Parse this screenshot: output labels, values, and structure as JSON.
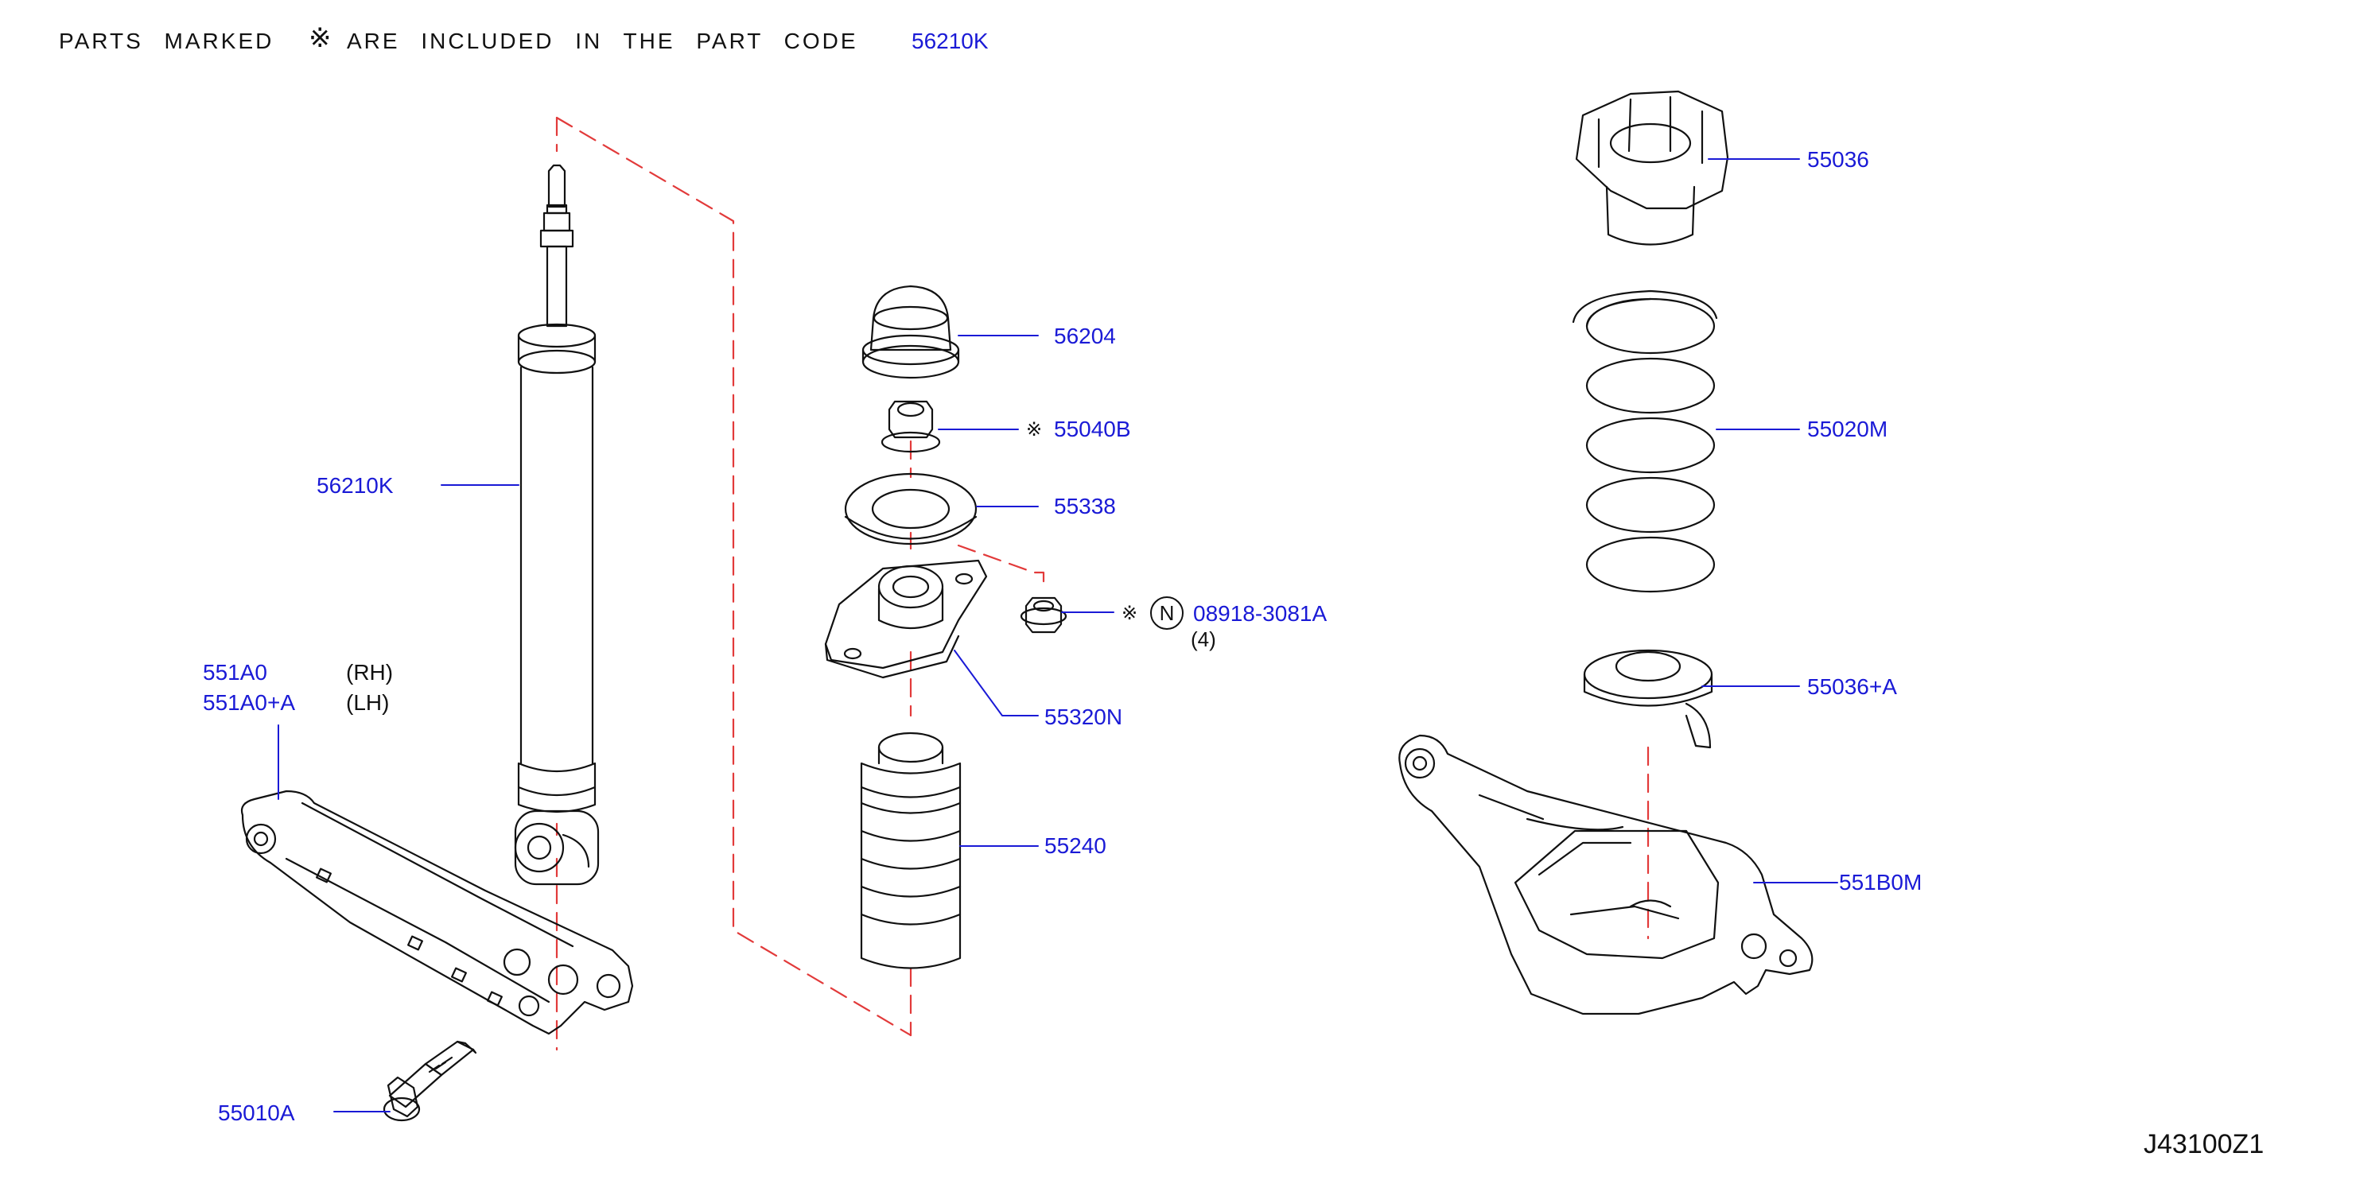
{
  "header": {
    "note_prefix": "PARTS  MARKED",
    "asterisk": "※",
    "note_suffix": "ARE  INCLUDED  IN  THE  PART  CODE",
    "note_code": "56210K"
  },
  "callouts": {
    "shock_absorber": "56210K",
    "bound_bumper_cover": "56204",
    "nut": "55040B",
    "washer": "55338",
    "mount": "55320N",
    "bumper": "55240",
    "upper_seat": "55036",
    "coil_spring": "55020M",
    "lower_seat": "55036+A",
    "lower_link": "551B0M",
    "link_rh": "551A0",
    "link_lh": "551A0+A",
    "link_rh_side": "(RH)",
    "link_lh_side": "(LH)",
    "bolt": "55010A",
    "mount_nut": "08918-3081A",
    "mount_nut_qty": "(4)",
    "mount_nut_marker": "N",
    "mount_nut_asterisk": "※",
    "nut_asterisk": "※"
  },
  "diagram_code": "J43100Z1",
  "colors": {
    "callout_text": "#1a1ad6",
    "leader_line": "#1a1ad6",
    "phantom_line": "#e23a3a",
    "part_outline": "#111111"
  }
}
